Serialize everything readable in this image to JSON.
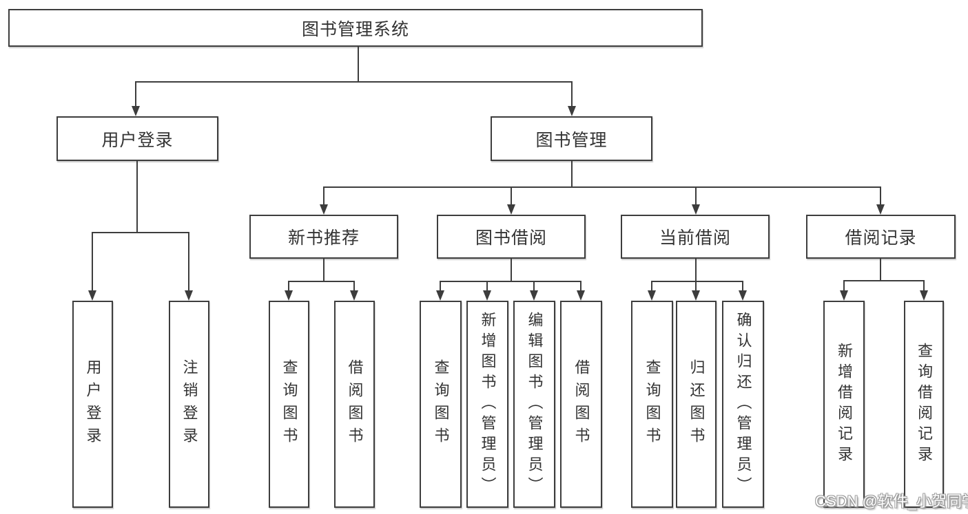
{
  "diagram": {
    "root": {
      "label": "图书管理系统"
    },
    "branches": [
      {
        "label": "用户登录",
        "leaves": [
          {
            "label": "用户登录"
          },
          {
            "label": "注销登录"
          }
        ]
      },
      {
        "label": "图书管理",
        "sections": [
          {
            "label": "新书推荐",
            "leaves": [
              {
                "label": "查询图书"
              },
              {
                "label": "借阅图书"
              }
            ]
          },
          {
            "label": "图书借阅",
            "leaves": [
              {
                "label": "查询图书"
              },
              {
                "label": "新增图书（管理员）"
              },
              {
                "label": "编辑图书（管理员）"
              },
              {
                "label": "借阅图书"
              }
            ]
          },
          {
            "label": "当前借阅",
            "leaves": [
              {
                "label": "查询图书"
              },
              {
                "label": "归还图书"
              },
              {
                "label": "确认归还（管理员）"
              }
            ]
          },
          {
            "label": "借阅记录",
            "leaves": [
              {
                "label": "新增借阅记录"
              },
              {
                "label": "查询借阅记录"
              }
            ]
          }
        ]
      }
    ],
    "watermark": "CSDN @软件_小贺同学",
    "colors": {
      "line": "#3d3d3d",
      "text": "#333333",
      "background": "#ffffff"
    }
  }
}
